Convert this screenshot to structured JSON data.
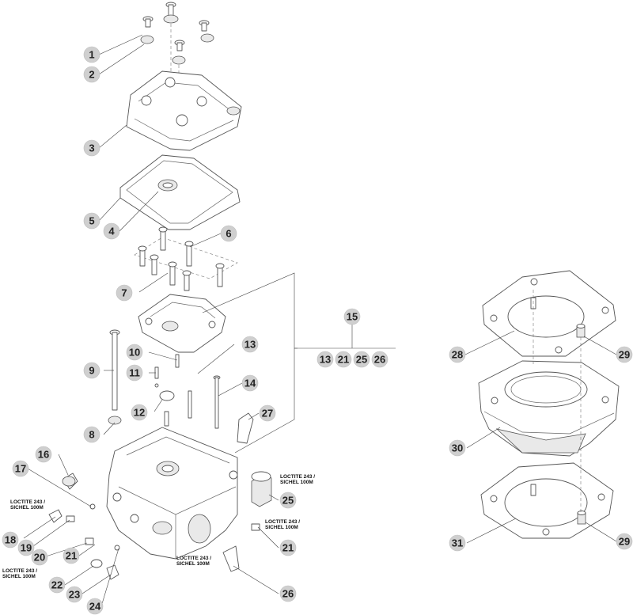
{
  "callouts": [
    "1",
    "2",
    "3",
    "4",
    "5",
    "6",
    "7",
    "8",
    "9",
    "10",
    "11",
    "12",
    "13",
    "14",
    "15",
    "13",
    "21",
    "25",
    "26",
    "16",
    "17",
    "18",
    "19",
    "20",
    "21",
    "22",
    "23",
    "24",
    "25",
    "21",
    "26",
    "27",
    "28",
    "29",
    "30",
    "31",
    "29"
  ],
  "notes": {
    "loctite_top": [
      "LOCTITE 243 /",
      "SICHEL 100M"
    ],
    "loctite_mid": [
      "LOCTITE 243 /",
      "SICHEL 100M"
    ],
    "loctite_left1": [
      "LOCTITE 243 /",
      "SICHEL 100M"
    ],
    "loctite_left2": [
      "LOCTITE 243 /",
      "SICHEL 100M"
    ],
    "loctite_bottom": [
      "LOCTITE 243 /",
      "SICHEL 100M"
    ]
  }
}
